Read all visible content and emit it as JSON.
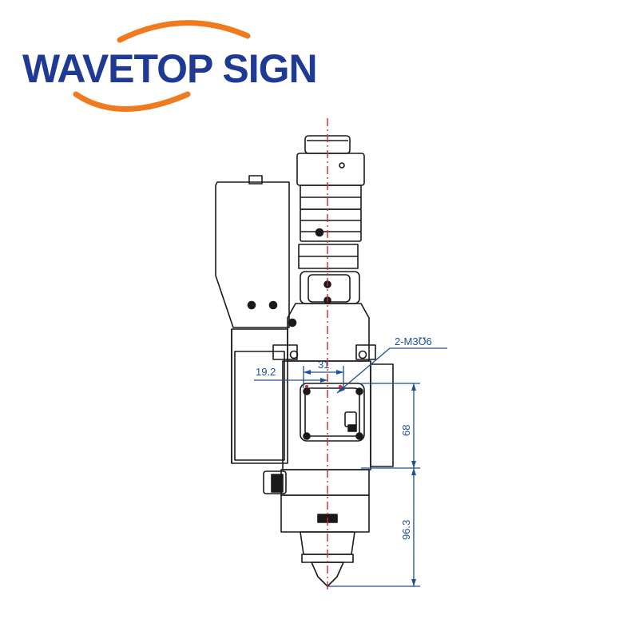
{
  "brand": {
    "name": "WAVETOP SIGN",
    "text_color": "#1f3a93",
    "swoosh_color": "#f07a1e"
  },
  "colors": {
    "outline": "#1a1a1a",
    "dimension": "#1f4e9c",
    "centerline": "#d62828"
  },
  "dimensions": {
    "hole_spec": "2-M3℧6",
    "width_31": "31",
    "offset_19_2": "19.2",
    "height_68": "68",
    "height_96_3": "96.3"
  }
}
